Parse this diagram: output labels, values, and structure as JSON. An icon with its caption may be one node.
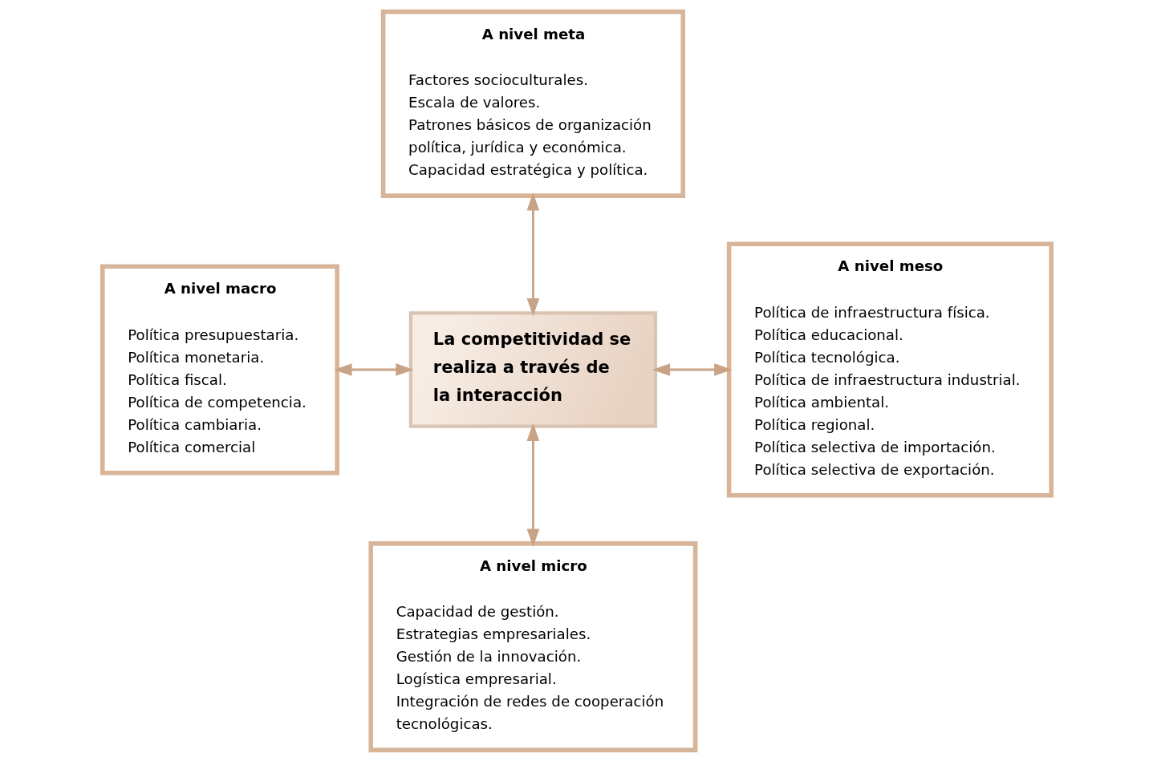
{
  "diagram": {
    "nodes": [
      {
        "text": [
          "La competitividad se realiza a través de la interacción"
        ]
      },
      {
        "text": [
          "A nivel meta",
          "Factores socioculturales.",
          "Escala de valores.",
          "Patrones básicos de organización política, jurídica y económica.",
          "Capacidad estratégica y política."
        ]
      },
      {
        "text": [
          "A nivel macro",
          "Política presupuestaria.",
          "Política monetaria.",
          "Política fiscal.",
          "Política de competencia.",
          "Política cambiaria.",
          "Política comercial"
        ]
      },
      {
        "text": [
          "A nivel meso",
          "Política de infraestructura física.",
          "Política educacional.",
          "Política tecnológica.",
          "Política de infraestructura industrial.",
          "Política ambiental.",
          "Política regional.",
          "Política selectiva de importación.",
          "Política selectiva de exportación."
        ]
      },
      {
        "text": [
          "A nivel micro",
          "Capacidad de gestión.",
          "Estrategias empresariales.",
          "Gestión de la innovación.",
          "Logística empresarial.",
          "Integración de redes de cooperación tecnológicas."
        ]
      }
    ],
    "edges": [
      {
        "from": 0,
        "to": 1,
        "arrow": "both"
      },
      {
        "from": 0,
        "to": 2,
        "arrow": "both"
      },
      {
        "from": 0,
        "to": 3,
        "arrow": "both"
      },
      {
        "from": 0,
        "to": 4,
        "arrow": "both"
      }
    ]
  }
}
